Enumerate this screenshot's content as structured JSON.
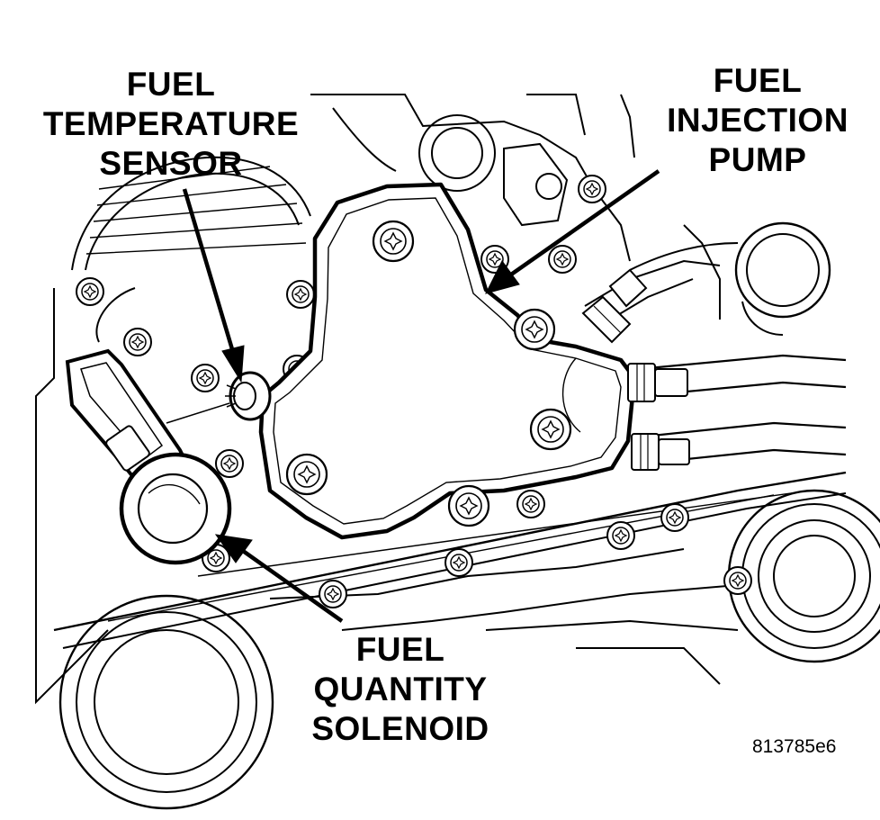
{
  "labels": {
    "fuel_temperature_sensor": [
      "FUEL",
      "TEMPERATURE",
      "SENSOR"
    ],
    "fuel_injection_pump": [
      "FUEL",
      "INJECTION",
      "PUMP"
    ],
    "fuel_quantity_solenoid": [
      "FUEL",
      "QUANTITY",
      "SOLENOID"
    ]
  },
  "reference_code": "813785e6",
  "colors": {
    "line": "#000000",
    "background": "#ffffff"
  }
}
